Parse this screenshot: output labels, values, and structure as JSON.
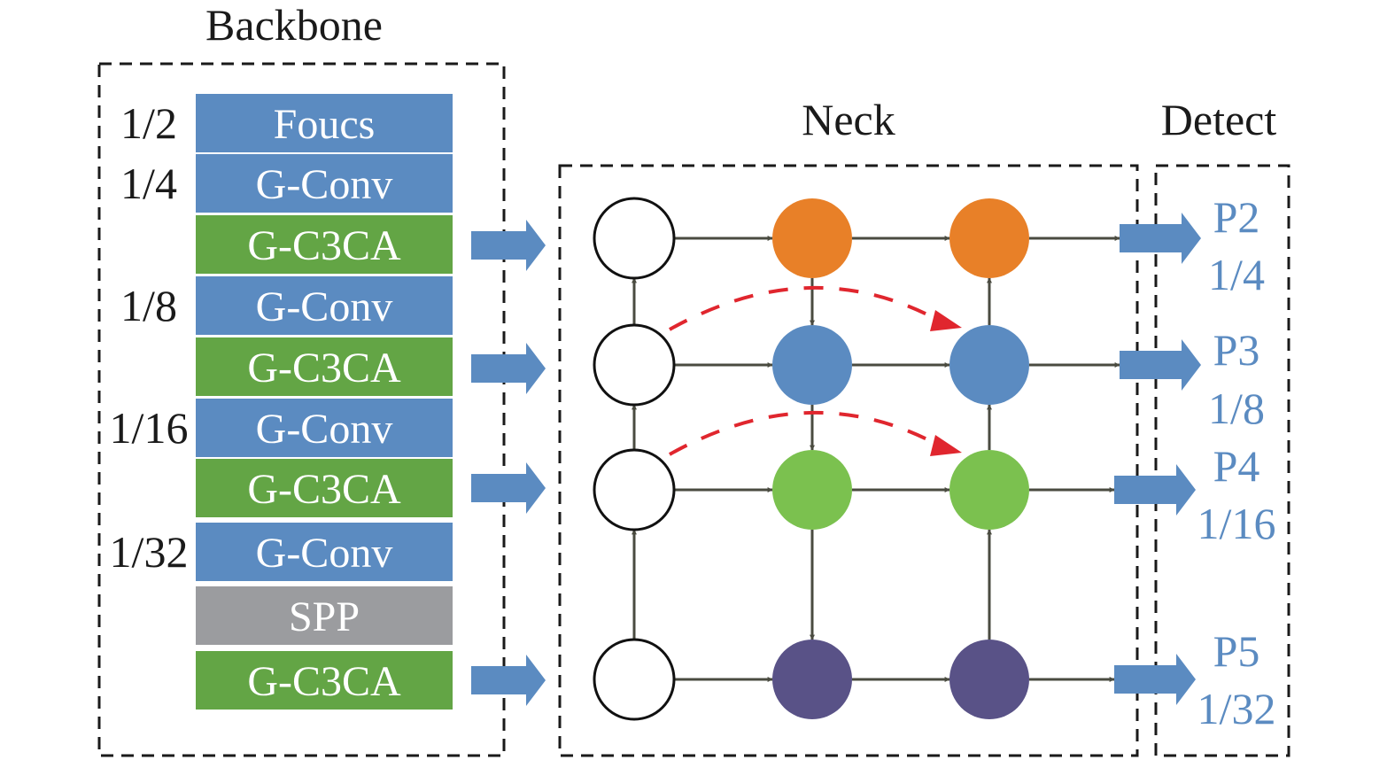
{
  "sections": {
    "backbone": "Backbone",
    "neck": "Neck",
    "detect": "Detect"
  },
  "colors": {
    "conv_blue": "#5b8bc1",
    "c3ca_green": "#63a545",
    "spp_gray": "#9b9c9f",
    "arrow_blue": "#5b8bc1",
    "orange": "#e88028",
    "node_blue": "#5b8bc1",
    "node_green": "#7bc14f",
    "node_purple": "#595287",
    "edge": "#4a4b40",
    "skip_red": "#e0262e",
    "output_text": "#5b8bc1"
  },
  "backbone": {
    "blocks": [
      {
        "label": "Foucs",
        "type": "conv",
        "scale": "1/2"
      },
      {
        "label": "G-Conv",
        "type": "conv",
        "scale": "1/4"
      },
      {
        "label": "G-C3CA",
        "type": "c3ca",
        "scale": "",
        "feeds_neck_level": 0
      },
      {
        "label": "G-Conv",
        "type": "conv",
        "scale": "1/8"
      },
      {
        "label": "G-C3CA",
        "type": "c3ca",
        "scale": "",
        "feeds_neck_level": 1
      },
      {
        "label": "G-Conv",
        "type": "conv",
        "scale": "1/16"
      },
      {
        "label": "G-C3CA",
        "type": "c3ca",
        "scale": "",
        "feeds_neck_level": 2
      },
      {
        "label": "G-Conv",
        "type": "conv",
        "scale": "1/32"
      },
      {
        "label": "SPP",
        "type": "spp",
        "scale": ""
      },
      {
        "label": "G-C3CA",
        "type": "c3ca",
        "scale": "",
        "feeds_neck_level": 3
      }
    ]
  },
  "neck": {
    "levels": [
      {
        "input_node": "empty",
        "mid_node": "orange",
        "out_node": "orange"
      },
      {
        "input_node": "empty",
        "mid_node": "blue",
        "out_node": "blue"
      },
      {
        "input_node": "empty",
        "mid_node": "green",
        "out_node": "green"
      },
      {
        "input_node": "empty",
        "mid_node": "purple",
        "out_node": "purple"
      }
    ],
    "skip_connections": [
      {
        "from_level": 1,
        "to_level": 1,
        "style": "red-dashed"
      },
      {
        "from_level": 2,
        "to_level": 2,
        "style": "red-dashed"
      }
    ]
  },
  "detect": {
    "outputs": [
      {
        "name": "P2",
        "scale": "1/4"
      },
      {
        "name": "P3",
        "scale": "1/8"
      },
      {
        "name": "P4",
        "scale": "1/16"
      },
      {
        "name": "P5",
        "scale": "1/32"
      }
    ]
  }
}
